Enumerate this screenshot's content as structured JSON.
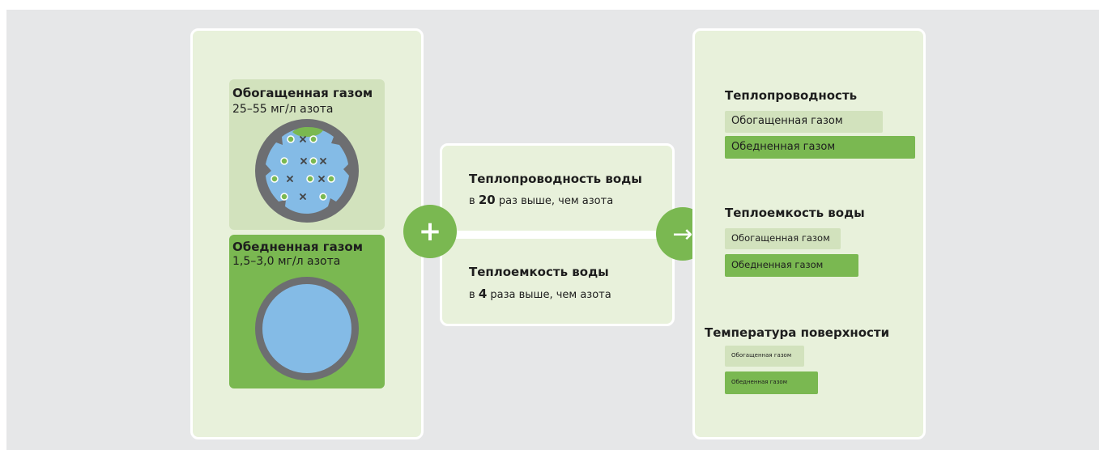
{
  "samples": {
    "gas_rich": {
      "title": "Обогащенная газом",
      "subtitle": "25–55 мг/л азота"
    },
    "gas_poor": {
      "title": "Обедненная газом",
      "subtitle": "1,5–3,0 мг/л азота"
    }
  },
  "buttons": {
    "plus": "+",
    "arrow": "→"
  },
  "comparison": {
    "conductivity": {
      "title": "Теплопроводность воды",
      "prefix": "в",
      "factor": "20",
      "suffix": "раз выше, чем азота"
    },
    "capacity": {
      "title": "Теплоемкость воды",
      "prefix": "в",
      "factor": "4",
      "suffix": "раза выше, чем азота"
    }
  },
  "results": {
    "conductivity": {
      "title": "Теплопроводность",
      "rich_label": "Обогащенная газом",
      "poor_label": "Обедненная газом"
    },
    "capacity": {
      "title": "Теплоемкость воды",
      "rich_label": "Обогащенная газом",
      "poor_label": "Обедненная газом"
    },
    "temperature": {
      "title": "Температура поверхности",
      "rich_label": "Обогащенная газом",
      "poor_label": "Обедненная газом"
    }
  },
  "colors": {
    "background": "#e6e7e8",
    "panel": "#e8f1db",
    "light_green": "#d2e2bd",
    "green": "#7ab851",
    "water": "#84bbe6",
    "pipe": "#6d6e71"
  }
}
